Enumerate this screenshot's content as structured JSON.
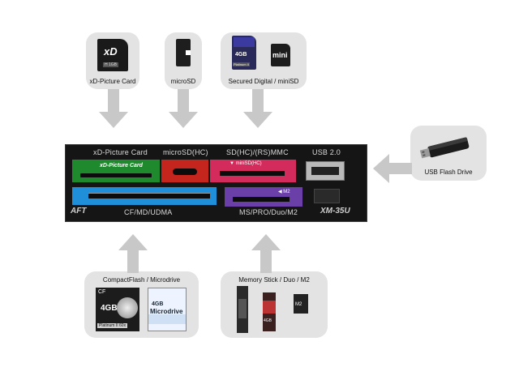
{
  "top_cards": [
    {
      "id": "xd",
      "label": "xD-Picture Card"
    },
    {
      "id": "microsd",
      "label": "microSD"
    },
    {
      "id": "sd",
      "label": "Secured Digital / miniSD"
    }
  ],
  "usb_drive": {
    "label": "USB Flash Drive"
  },
  "bottom_cards": [
    {
      "id": "cf",
      "label": "CompactFlash / Microdrive"
    },
    {
      "id": "ms",
      "label": "Memory Stick / Duo / M2"
    }
  ],
  "panel": {
    "slot_labels": {
      "xd": "xD-Picture Card",
      "microsd": "microSD(HC)",
      "sd": "SD(HC)/(RS)MMC",
      "usb": "USB 2.0",
      "cf": "CF/MD/UDMA",
      "ms": "MS/PRO/Duo/M2"
    },
    "xd_slot_text": "xD-Picture Card",
    "minisd_text": "▼ miniSD(HC)",
    "m2_text": "◀ M2",
    "brand": "AFT",
    "model": "XM-35U"
  },
  "card_art": {
    "xd_logo": "xD",
    "xd_sub": "H 1GB",
    "sd_capacity": "4GB",
    "sd_model": "Platinum II",
    "minisd": "mini",
    "cf_top": "CF",
    "cf_capacity": "4GB",
    "cf_model": "Platinum II 60x",
    "microdrive_capacity": "4GB",
    "microdrive_name": "Microdrive",
    "ms_capacity": "4GB",
    "m2_text": "M2"
  },
  "colors": {
    "xd_slot": "#1f8a2d",
    "microsd_slot": "#c4261d",
    "sd_slot": "#d32c5c",
    "cf_slot": "#1e8fd8",
    "ms_slot": "#6b3fa8",
    "box_bg": "#e3e3e3",
    "arrow": "#c8c8c8"
  }
}
